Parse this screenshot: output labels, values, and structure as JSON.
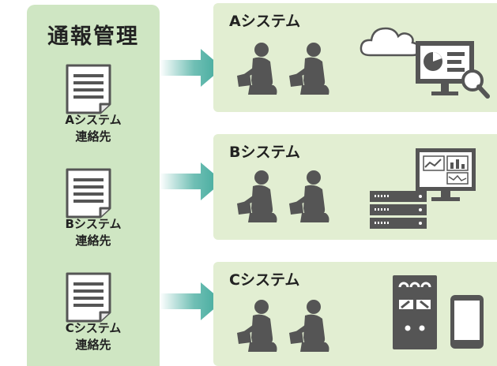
{
  "left": {
    "title": "通報管理",
    "contacts": [
      {
        "line1": "Aシステム",
        "line2": "連絡先"
      },
      {
        "line1": "Bシステム",
        "line2": "連絡先"
      },
      {
        "line1": "Cシステム",
        "line2": "連絡先"
      }
    ]
  },
  "systems": [
    {
      "title": "Aシステム",
      "icons": [
        "cloud-icon",
        "monitor-analytics-icon",
        "magnifier-icon"
      ]
    },
    {
      "title": "Bシステム",
      "icons": [
        "monitor-charts-icon",
        "server-rack-icon"
      ]
    },
    {
      "title": "Cシステム",
      "icons": [
        "control-panel-icon",
        "smartphone-icon"
      ]
    }
  ],
  "colors": {
    "left_panel": "#cfe6c3",
    "system_panel": "#e2eed2",
    "arrow": "#3fa99b",
    "silhouette": "#555555"
  }
}
